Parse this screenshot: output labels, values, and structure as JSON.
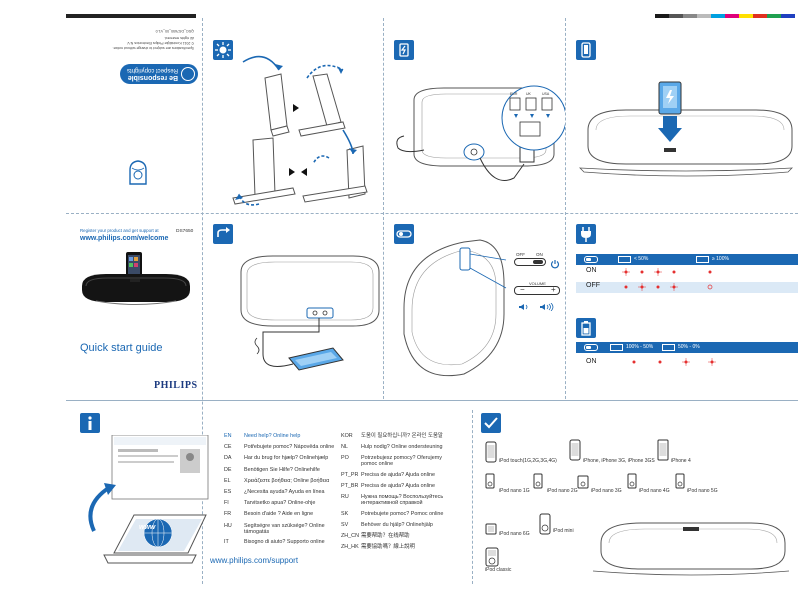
{
  "left_panel": {
    "be_responsible_title": "Be responsible",
    "be_responsible_sub": "Respect copyrights",
    "model": "DS7650",
    "register_text": "Register your product and get support at",
    "register_url": "www.philips.com/welcome",
    "guide_title": "Quick start guide",
    "brand": "PHILIPS",
    "doc_code": "QSG_DS7650_00_V1.0",
    "footer_lines": [
      "Specifications are subject to change without notice.",
      "© 2011 Koninklijke Philips Electronics N.V.",
      "All rights reserved."
    ]
  },
  "power_table": {
    "on_label": "ON",
    "off_label": "OFF",
    "col1": "< 50%",
    "col2": "≥ 100%"
  },
  "battery_table": {
    "on_label": "ON",
    "col1": "100% - 50%",
    "col2": "50% - 0%"
  },
  "volume": {
    "off": "OFF",
    "on": "ON",
    "label": "VOLUME",
    "minus": "−",
    "plus": "+"
  },
  "help": {
    "website_label": "www",
    "languages": [
      {
        "code": "EN",
        "text": "Need help? Online help",
        "highlight": true
      },
      {
        "code": "CE",
        "text": "Potřebujete pomoc? Nápověda online"
      },
      {
        "code": "DA",
        "text": "Har du brug for hjælp? Onlinehjælp"
      },
      {
        "code": "DE",
        "text": "Benötigen Sie Hilfe? Onlinehilfe"
      },
      {
        "code": "EL",
        "text": "Χρειάζεστε βοήθεια; Online βοήθεια"
      },
      {
        "code": "ES",
        "text": "¿Necesita ayuda? Ayuda en línea"
      },
      {
        "code": "FI",
        "text": "Tarvitsetko apua? Online-ohje"
      },
      {
        "code": "FR",
        "text": "Besoin d'aide ? Aide en ligne"
      },
      {
        "code": "HU",
        "text": "Segítségre van szüksége? Online támogatás"
      },
      {
        "code": "IT",
        "text": "Bisogno di aiuto? Supporto online"
      }
    ],
    "languages2": [
      {
        "code": "KOR",
        "text": "도움이 필요하십니까? 온라인 도움말"
      },
      {
        "code": "NL",
        "text": "Hulp nodig? Online ondersteuning"
      },
      {
        "code": "PO",
        "text": "Potrzebujesz pomocy? Oferujemy pomoc online"
      },
      {
        "code": "PT_PR",
        "text": "Precisa de ajuda? Ajuda online"
      },
      {
        "code": "PT_BR",
        "text": "Precisa de ajuda? Ajuda online"
      },
      {
        "code": "RU",
        "text": "Нужна помощь? Воспользуйтесь интерактивной справкой"
      },
      {
        "code": "SK",
        "text": "Potrebujete pomoc? Pomoc online"
      },
      {
        "code": "SV",
        "text": "Behöver du hjälp? Onlinehjälp"
      },
      {
        "code": "ZH_CN",
        "text": "需要帮助？在线帮助"
      },
      {
        "code": "ZH_HK",
        "text": "需要協助嗎？線上說明"
      }
    ],
    "support_url": "www.philips.com/support"
  },
  "compat": {
    "row1": [
      "iPod touch(1G,2G,3G,4G)",
      "iPhone, iPhone 3G, iPhone 3GS",
      "iPhone 4"
    ],
    "row2": [
      "iPod nano 1G",
      "iPod nano 2G",
      "iPod nano 3G",
      "iPod nano 4G",
      "iPod nano 5G"
    ],
    "row3": [
      "iPod nano 6G",
      "iPod mini"
    ],
    "row4": [
      "iPod classic"
    ]
  }
}
